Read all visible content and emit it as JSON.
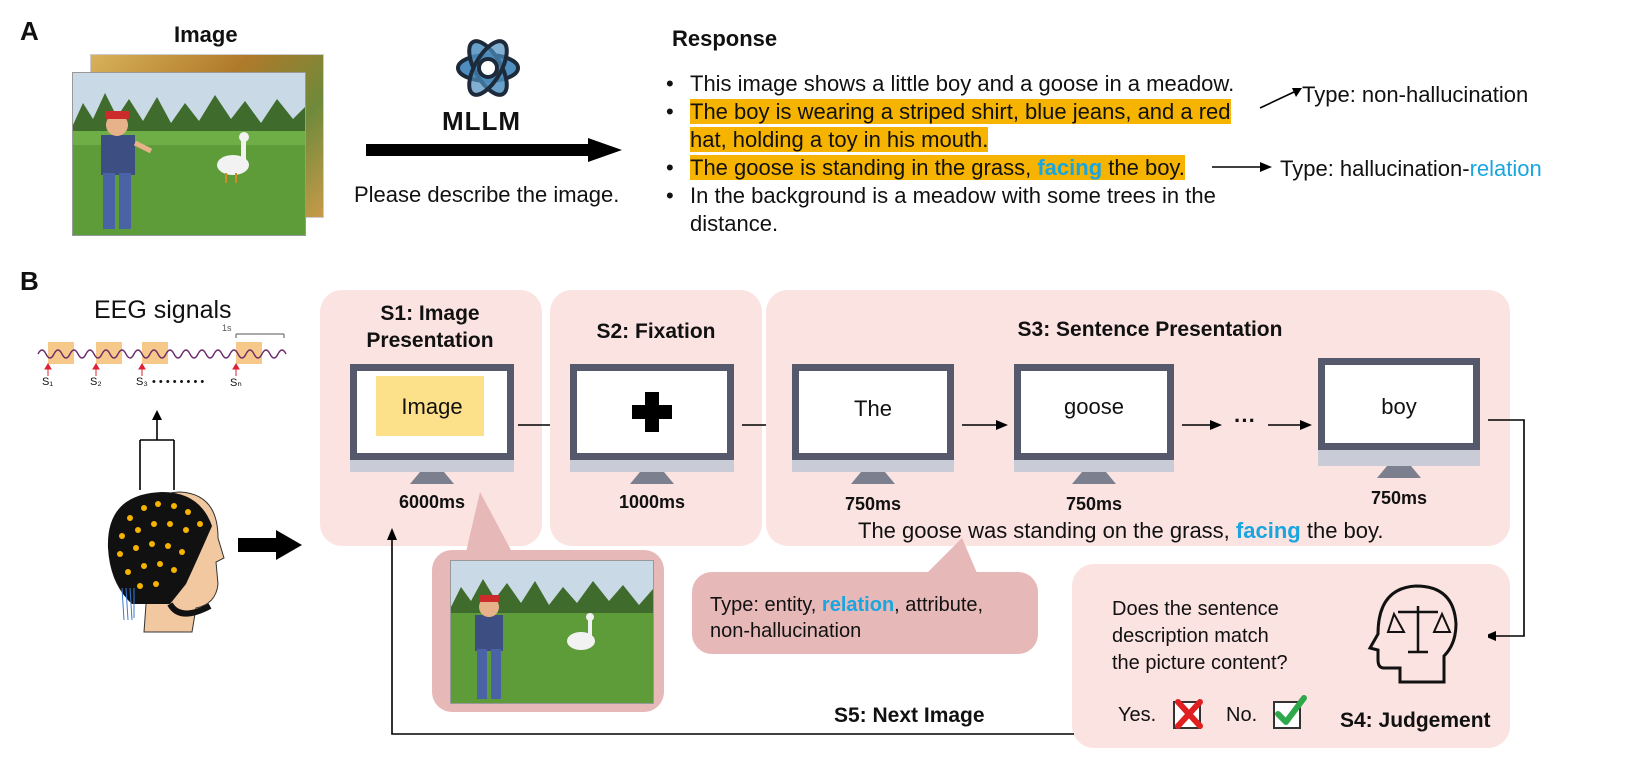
{
  "panel_a": {
    "letter": "A",
    "image_heading": "Image",
    "model_name": "MLLM",
    "prompt": "Please describe the image.",
    "response_heading": "Response",
    "response_items": [
      "This image shows a little boy and a goose in a meadow.",
      "The boy is wearing a striped shirt, blue jeans, and a red",
      "hat, holding a toy in his mouth.",
      "The goose is standing in the grass,",
      "facing",
      "the boy.",
      "In the background is a meadow with some trees in the",
      "distance."
    ],
    "type_nonhall": "Type: non-hallucination",
    "type_hall_prefix": "Type: hallucination-",
    "type_hall_suffix": "relation",
    "highlight_color": "#f6b400",
    "accent_color": "#19a6e0"
  },
  "panel_b": {
    "letter": "B",
    "eeg_title": "EEG signals",
    "eeg_scale": "1s",
    "eeg_marks": [
      "S₁",
      "S₂",
      "S₃",
      "• • • • • • • •",
      "Sₙ"
    ],
    "stage1_title_1": "S1: Image",
    "stage1_title_2": "Presentation",
    "stage1_screen": "Image",
    "stage1_time": "6000ms",
    "stage2_title": "S2: Fixation",
    "stage2_time": "1000ms",
    "stage3_title": "S3: Sentence Presentation",
    "stage3_words": [
      "The",
      "goose",
      "boy"
    ],
    "stage3_ellipsis": "···",
    "stage3_times": [
      "750ms",
      "750ms",
      "750ms"
    ],
    "sentence_prefix": "The goose was standing on the grass,",
    "sentence_key": "facing",
    "sentence_suffix": "the boy.",
    "types_prefix": "Type: entity,",
    "types_key": "relation",
    "types_suffix": ", attribute,",
    "types_line2": "non-hallucination",
    "question_lines": [
      "Does the sentence",
      "description match",
      "the picture content?"
    ],
    "yes_label": "Yes.",
    "no_label": "No.",
    "stage4_title": "S4: Judgement",
    "stage5_title": "S5: Next Image",
    "stage_color": "#fbe3e1",
    "callout_color": "#e6b8b8",
    "image_box_color": "#fde08a"
  }
}
